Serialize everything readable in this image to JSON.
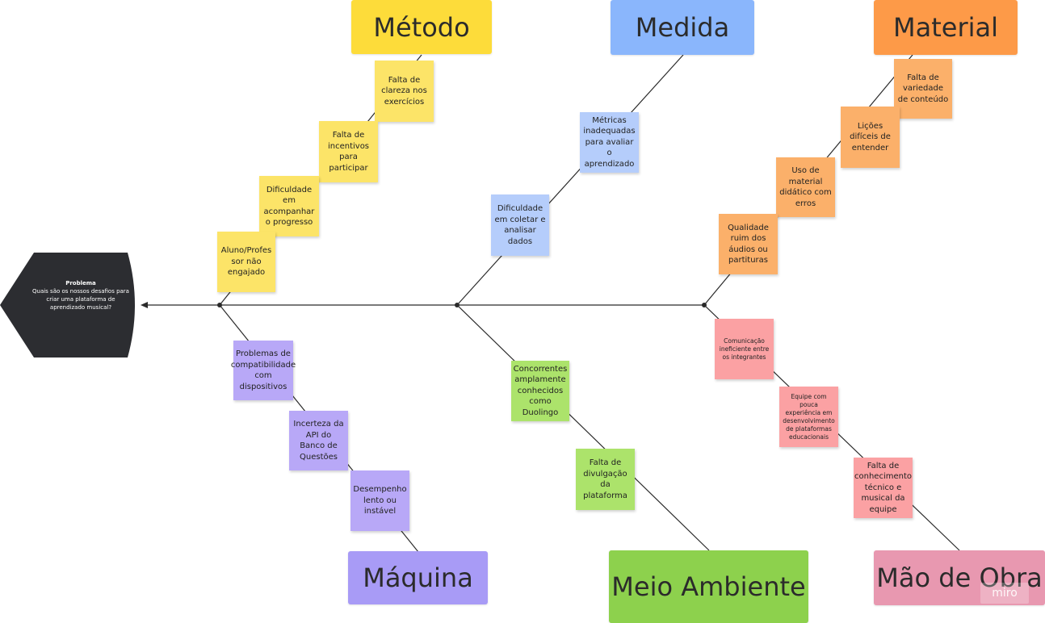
{
  "problem": {
    "title": "Problema",
    "text": "Quais são os nossos desafios para criar uma plataforma de aprendizado musical?"
  },
  "categories": {
    "metodo": "Método",
    "medida": "Medida",
    "material": "Material",
    "maquina": "Máquina",
    "meio_ambiente": "Meio Ambiente",
    "mao_de_obra": "Mão de Obra"
  },
  "causes": {
    "metodo": [
      "Falta de clareza nos exercícios",
      "Falta de incentivos para participar",
      "Dificuldade em acompanhar o progresso",
      "Aluno/Profes sor não engajado"
    ],
    "medida": [
      "Métricas inadequadas para avaliar o aprendizado",
      "Dificuldade em coletar e analisar dados"
    ],
    "material": [
      "Falta de variedade de conteúdo",
      "Lições difíceis de entender",
      "Uso de material didático com erros",
      "Qualidade ruim dos áudios ou partituras"
    ],
    "maquina": [
      "Problemas de compatibilidade com dispositivos",
      "Incerteza da API do Banco de Questões",
      "Desempenho lento ou instável"
    ],
    "meio_ambiente": [
      "Concorrentes amplamente conhecidos como Duolingo",
      "Falta de divulgação da plataforma"
    ],
    "mao_de_obra": [
      "Comunicação ineficiente entre os integrantes",
      "Equipe com pouca experiência em desenvolvimento de plataformas educacionais",
      "Falta de conhecimento técnico e musical da equipe"
    ]
  },
  "colors": {
    "metodo": "#fddc3a",
    "medida": "#8ab6fc",
    "material": "#fd9a48",
    "maquina": "#a89bf6",
    "meio_ambiente": "#8dd14d",
    "mao_de_obra": "#e898b0",
    "head": "#2c2d31",
    "spine": "#2a2a2a"
  },
  "watermark": "miro"
}
